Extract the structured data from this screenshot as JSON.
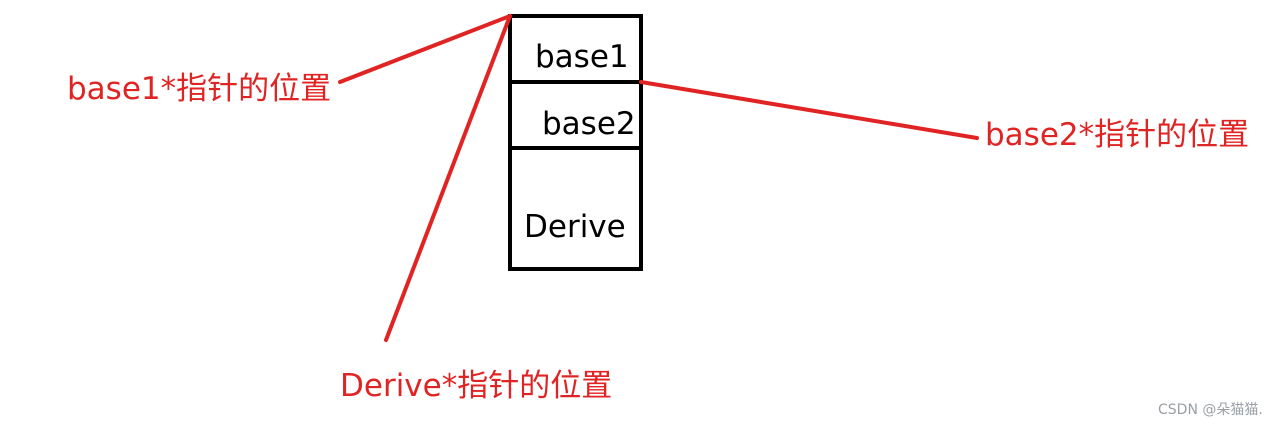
{
  "diagram": {
    "boxes": {
      "base1": "base1",
      "base2": "base2",
      "derive": "Derive"
    },
    "labels": {
      "base1_pointer": "base1*指针的位置",
      "base2_pointer": "base2*指针的位置",
      "derive_pointer": "Derive*指针的位置"
    },
    "colors": {
      "box_outline": "#000000",
      "arrow_line": "#e02424",
      "label_text": "#e02424"
    }
  },
  "watermark": "CSDN @朵猫猫."
}
